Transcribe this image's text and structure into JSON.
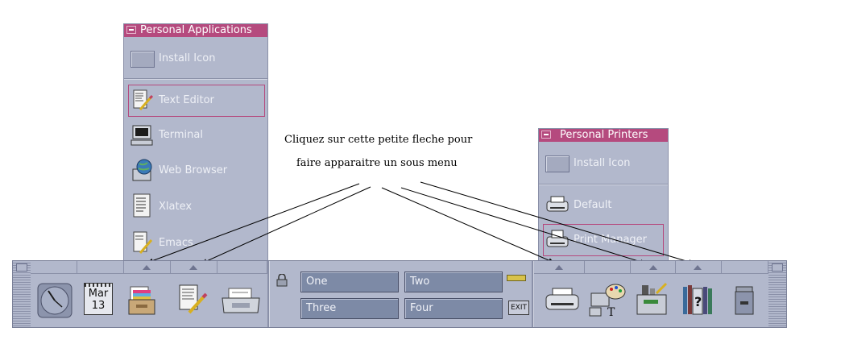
{
  "apps_subpanel": {
    "title": "Personal Applications",
    "items": [
      {
        "label": "Install Icon",
        "icon": "install-icon"
      },
      {
        "label": "Text Editor",
        "icon": "text-editor-icon",
        "selected": true
      },
      {
        "label": "Terminal",
        "icon": "terminal-icon"
      },
      {
        "label": "Web Browser",
        "icon": "web-browser-icon"
      },
      {
        "label": "Xlatex",
        "icon": "xlatex-icon"
      },
      {
        "label": "Emacs",
        "icon": "emacs-icon"
      }
    ]
  },
  "printers_subpanel": {
    "title": "Personal Printers",
    "items": [
      {
        "label": "Install Icon",
        "icon": "install-icon"
      },
      {
        "label": "Default",
        "icon": "printer-icon"
      },
      {
        "label": "Print Manager",
        "icon": "print-manager-icon",
        "selected": true
      }
    ]
  },
  "callout": {
    "line1": "Cliquez sur cette petite fleche pour",
    "line2": "faire apparaitre un sous menu"
  },
  "front_panel": {
    "calendar": {
      "month": "Mar",
      "day": "13"
    },
    "workspaces": [
      "One",
      "Two",
      "Three",
      "Four"
    ],
    "exit_label": "EXIT",
    "icons_left": [
      "clock-icon",
      "calendar-icon",
      "file-manager-icon",
      "text-editor-icon",
      "mailer-icon"
    ],
    "icons_right": [
      "printer-icon",
      "style-manager-icon",
      "application-manager-icon",
      "help-manager-icon",
      "trash-icon"
    ],
    "colors": {
      "panel": "#b2b8cc",
      "title": "#b54a7e",
      "workspace_button": "#7d8aa6"
    }
  }
}
